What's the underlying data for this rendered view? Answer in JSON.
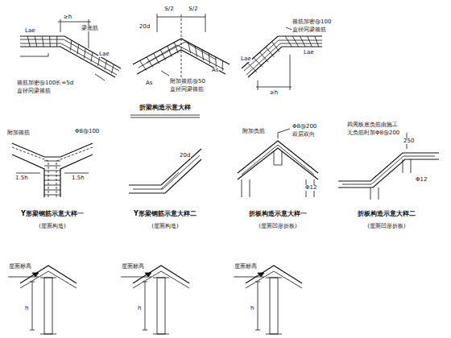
{
  "diagram": {
    "labels": [
      "≥h",
      "Lae",
      "Lae",
      "梁底筋",
      "箍筋加密@100长=5d",
      "直径同梁箍筋",
      "S/2",
      "S/2",
      "20d",
      "As",
      "As",
      "附加箍筋@50",
      "直径同梁箍筋",
      "箍筋加密@100",
      "直径同梁箍筋",
      "Lae",
      "Lae",
      "≥h",
      "折梁构造示意大样",
      "Y形梁钢筋示意大样一",
      "(屋面构造)",
      "1.5h",
      "1.5h",
      "Φ8@100",
      "附加箍筋",
      "Y形梁钢筋示意大样二",
      "(屋面构造)",
      "20d",
      "折板构造示意大样一",
      "(屋面凹形折板)",
      "附加负筋",
      "Φ8@200",
      "双层双向",
      "Φ12",
      "折板构造示意大样二",
      "(屋面凹形折板)",
      "四周板底负筋由施工",
      "无负筋时加Φ8@200",
      "250",
      "Φ12",
      "屋面标高",
      "h",
      "屋面标高",
      "h",
      "屋面标高",
      "h"
    ]
  }
}
